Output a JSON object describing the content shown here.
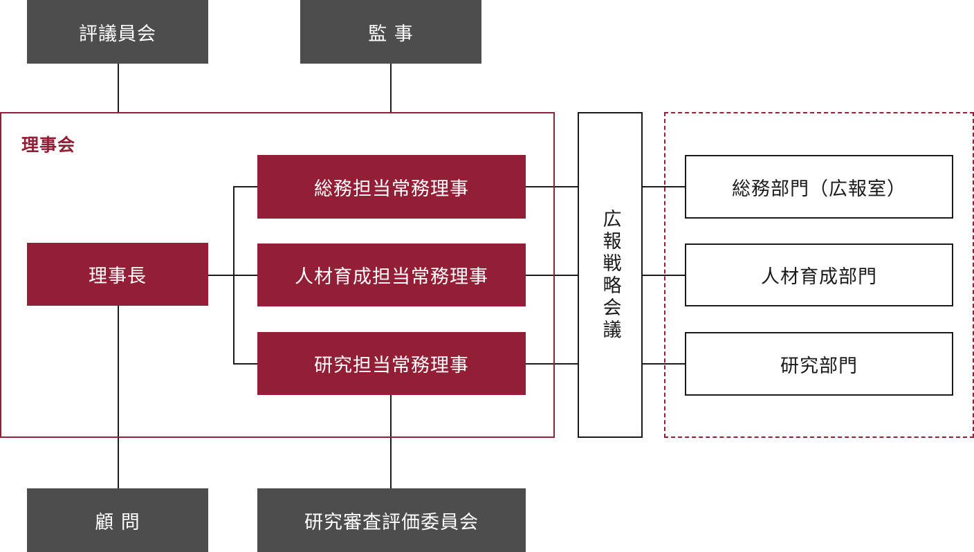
{
  "top": {
    "council": "評議員会",
    "auditor": "監 事"
  },
  "board": {
    "label": "理事会",
    "chairman": "理事長",
    "directors": [
      "総務担当常務理事",
      "人材育成担当常務理事",
      "研究担当常務理事"
    ]
  },
  "strategy_meeting": "広報戦略会議",
  "departments": [
    "総務部門（広報室）",
    "人材育成部門",
    "研究部門"
  ],
  "bottom": {
    "advisor": "顧 問",
    "review_committee": "研究審査評価委員会"
  },
  "colors": {
    "accent": "#931f37",
    "dark_box": "#4d4d4d",
    "line": "#1a1a1a"
  }
}
